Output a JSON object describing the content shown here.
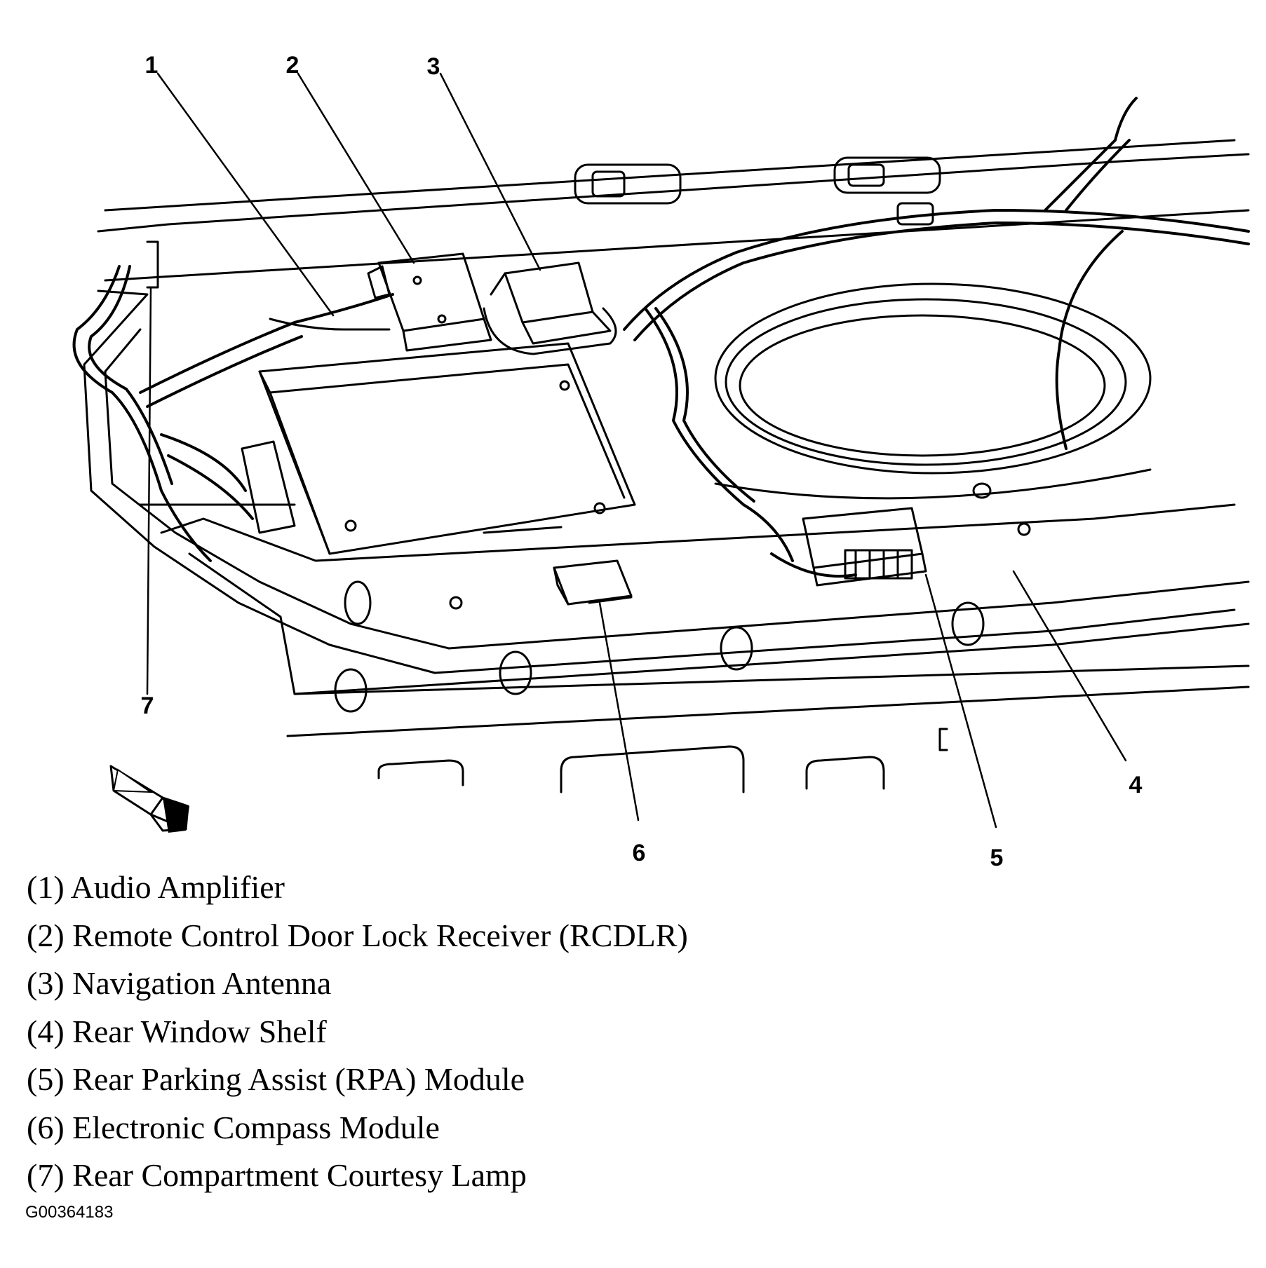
{
  "diagram": {
    "callouts": [
      {
        "id": "1",
        "label": "1"
      },
      {
        "id": "2",
        "label": "2"
      },
      {
        "id": "3",
        "label": "3"
      },
      {
        "id": "4",
        "label": "4"
      },
      {
        "id": "5",
        "label": "5"
      },
      {
        "id": "6",
        "label": "6"
      },
      {
        "id": "7",
        "label": "7"
      }
    ],
    "legend": [
      "(1) Audio Amplifier",
      "(2) Remote Control Door Lock Receiver (RCDLR)",
      "(3) Navigation Antenna",
      "(4) Rear Window Shelf",
      "(5) Rear Parking Assist (RPA) Module",
      "(6) Electronic Compass Module",
      "(7) Rear Compartment Courtesy Lamp"
    ],
    "figure_id": "G00364183",
    "direction_arrow": "front-arrow-icon"
  }
}
